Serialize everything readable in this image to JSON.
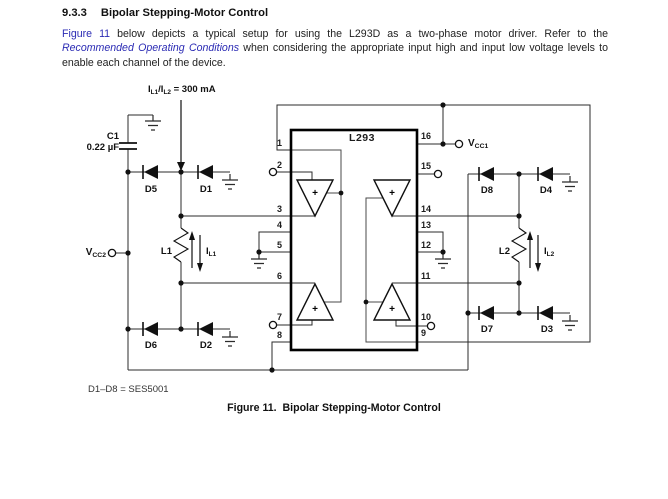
{
  "colors": {
    "link": "#2b2bb4",
    "text": "#1c1c1c",
    "wire": "#2b2b2b",
    "background": "#ffffff"
  },
  "doc": {
    "section_number": "9.3.3",
    "section_title": "Bipolar Stepping-Motor Control",
    "para_link1": "Figure 11",
    "para_t1": " below depicts a typical setup for using the L293D as a two-phase motor driver. Refer to the ",
    "para_link2": "Recommended Operating Conditions",
    "para_t2": " when considering the appropriate input high and input low voltage levels to enable each channel of the device.",
    "note": "D1–D8 = SES5001",
    "caption": "Figure 11.  Bipolar Stepping-Motor Control"
  },
  "sch": {
    "ic_label": "L293",
    "plus": "+",
    "cur_i1": "I",
    "cur_s1": "L1",
    "cur_i2": "/I",
    "cur_s2": "L2",
    "cur_eq": " = 300 mA",
    "c1_ref": "C1",
    "c1_val": "0.22 µF",
    "v_base": "V",
    "vcc1_sub": "CC1",
    "vcc2_sub": "CC2",
    "i_base": "I",
    "il1_sub": "L1",
    "il2_sub": "L2",
    "l1": "L1",
    "l2": "L2",
    "d1": "D1",
    "d2": "D2",
    "d3": "D3",
    "d4": "D4",
    "d5": "D5",
    "d6": "D6",
    "d7": "D7",
    "d8": "D8",
    "pins": {
      "p1": "1",
      "p2": "2",
      "p3": "3",
      "p4": "4",
      "p5": "5",
      "p6": "6",
      "p7": "7",
      "p8": "8",
      "p9": "9",
      "p10": "10",
      "p11": "11",
      "p12": "12",
      "p13": "13",
      "p14": "14",
      "p15": "15",
      "p16": "16"
    }
  }
}
